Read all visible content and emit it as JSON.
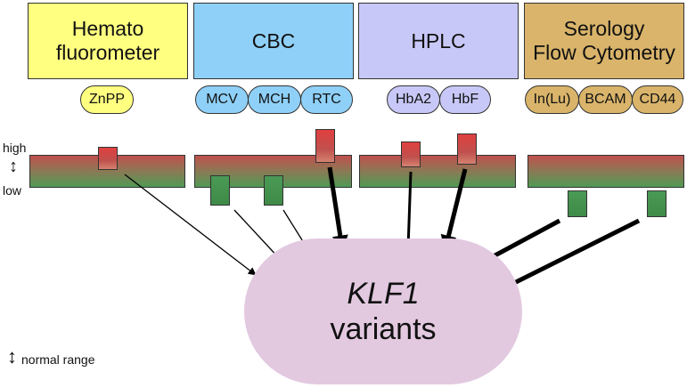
{
  "methods": [
    {
      "title": "Hemato\nfluorometer",
      "color": "#ffff80",
      "markers": [
        "ZnPP"
      ]
    },
    {
      "title": "CBC",
      "color": "#8fd0f8",
      "markers": [
        "MCV",
        "MCH",
        "RTC"
      ]
    },
    {
      "title": "HPLC",
      "color": "#c8c8f8",
      "markers": [
        "HbA2",
        "HbF"
      ]
    },
    {
      "title": "Serology\nFlow Cytometry",
      "color": "#d9b46a",
      "markers": [
        "In(Lu)",
        "BCAM",
        "CD44"
      ]
    }
  ],
  "scale": {
    "high": "high",
    "low": "low",
    "arrow_symbol": "↕"
  },
  "legend": {
    "normal_range": "normal range",
    "arrow_symbol": "↕"
  },
  "target": {
    "gene": "KLF1",
    "label": "variants",
    "color": "#e2c9e0"
  },
  "status_colors": {
    "high": "#c0504d",
    "low": "#4f9a55"
  }
}
